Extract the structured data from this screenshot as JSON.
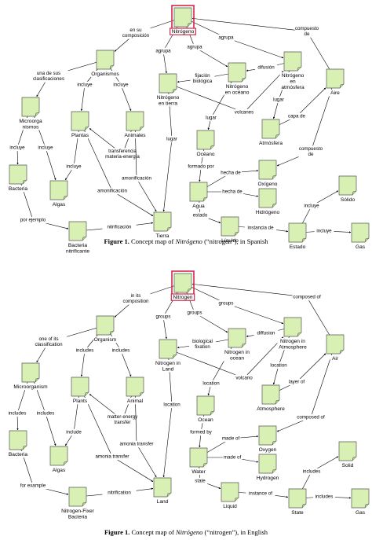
{
  "colors": {
    "node_fill": "#d9f0b4",
    "node_stroke": "#555555",
    "highlight": "#d02a4a",
    "edge": "#000000"
  },
  "maps": [
    {
      "id": "spanish",
      "nodes": [
        {
          "id": "root",
          "label": "Nitrógeno",
          "highlight": true
        },
        {
          "id": "organismos",
          "label": "Organismos"
        },
        {
          "id": "microorganismos",
          "label": "Microorga\nnismos"
        },
        {
          "id": "plantas",
          "label": "Plantas"
        },
        {
          "id": "animales",
          "label": "Animales"
        },
        {
          "id": "bacteria",
          "label": "Bacteria"
        },
        {
          "id": "algas",
          "label": "Algas"
        },
        {
          "id": "nit_tierra",
          "label": "Nitrógeno\nen tierra"
        },
        {
          "id": "nit_oceano",
          "label": "Nitrógeno\nen océano"
        },
        {
          "id": "nit_atm",
          "label": "Nitrógeno\nen\natmósfera"
        },
        {
          "id": "aire",
          "label": "Aire"
        },
        {
          "id": "atmosfera",
          "label": "Atmósfera"
        },
        {
          "id": "oceano",
          "label": "Océano"
        },
        {
          "id": "agua",
          "label": "Agua"
        },
        {
          "id": "oxigeno",
          "label": "Oxígeno"
        },
        {
          "id": "hidrogeno",
          "label": "Hidrógeno"
        },
        {
          "id": "solido",
          "label": "Sólido"
        },
        {
          "id": "liquido",
          "label": "Líquido"
        },
        {
          "id": "estado",
          "label": "Estado"
        },
        {
          "id": "gas",
          "label": "Gas"
        },
        {
          "id": "tierra",
          "label": "Tierra"
        },
        {
          "id": "bact_nit",
          "label": "Bacteria\nnitrificante"
        }
      ],
      "links": [
        {
          "from": "root",
          "to": "organismos",
          "label": "en su\ncomposición"
        },
        {
          "from": "root",
          "to": "nit_tierra",
          "label": "agrupa"
        },
        {
          "from": "root",
          "to": "nit_oceano",
          "label": "agrupa"
        },
        {
          "from": "root",
          "to": "nit_atm",
          "label": "agrupa"
        },
        {
          "from": "aire",
          "to": "root",
          "label": "compuesto\nde"
        },
        {
          "from": "organismos",
          "to": "microorganismos",
          "label": "una de sus\nclasificaciones"
        },
        {
          "from": "organismos",
          "to": "plantas",
          "label": "incluye"
        },
        {
          "from": "organismos",
          "to": "animales",
          "label": "incluye"
        },
        {
          "from": "microorganismos",
          "to": "bacteria",
          "label": "incluye"
        },
        {
          "from": "microorganismos",
          "to": "algas",
          "label": "incluye"
        },
        {
          "from": "plantas",
          "to": "algas",
          "label": "incluye"
        },
        {
          "from": "animales",
          "to": "plantas",
          "label": "transferencia\nmateria-energía"
        },
        {
          "from": "plantas",
          "to": "tierra",
          "label": "amonificación"
        },
        {
          "from": "animales",
          "to": "tierra",
          "label": "amonificación"
        },
        {
          "from": "bacteria",
          "to": "bact_nit",
          "label": "por ejemplo"
        },
        {
          "from": "bact_nit",
          "to": "tierra",
          "label": "nitrificación"
        },
        {
          "from": "nit_tierra",
          "to": "tierra",
          "label": "lugar"
        },
        {
          "from": "nit_oceano",
          "to": "nit_tierra",
          "label": "fijación\nbiológica"
        },
        {
          "from": "nit_atm",
          "to": "nit_oceano",
          "label": "difusión"
        },
        {
          "from": "nit_tierra",
          "to": "nit_atm",
          "label": "volcanes"
        },
        {
          "from": "nit_oceano",
          "to": "oceano",
          "label": "lugar"
        },
        {
          "from": "nit_atm",
          "to": "atmosfera",
          "label": "lugar"
        },
        {
          "from": "atmosfera",
          "to": "aire",
          "label": "capa de"
        },
        {
          "from": "oceano",
          "to": "agua",
          "label": "formado por"
        },
        {
          "from": "agua",
          "to": "oxigeno",
          "label": "hecha de"
        },
        {
          "from": "agua",
          "to": "hidrogeno",
          "label": "hecha de"
        },
        {
          "from": "aire",
          "to": "oxigeno",
          "label": "compuesto\nde"
        },
        {
          "from": "agua",
          "to": "liquido",
          "label": "estado"
        },
        {
          "from": "liquido",
          "to": "estado",
          "label": "instancia de"
        },
        {
          "from": "estado",
          "to": "solido",
          "label": "incluye"
        },
        {
          "from": "estado",
          "to": "gas",
          "label": "incluye"
        }
      ],
      "caption": {
        "figure": "Figure 1.",
        "before": " Concept map of ",
        "term": "Nitrógeno",
        "after": " (“nitrogen”), in Spanish"
      }
    },
    {
      "id": "english",
      "nodes": [
        {
          "id": "root",
          "label": "Nitrogen",
          "highlight": true
        },
        {
          "id": "organismos",
          "label": "Organism"
        },
        {
          "id": "microorganismos",
          "label": "Microorganism"
        },
        {
          "id": "plantas",
          "label": "Plants"
        },
        {
          "id": "animales",
          "label": "Animal"
        },
        {
          "id": "bacteria",
          "label": "Bacteria"
        },
        {
          "id": "algas",
          "label": "Algas"
        },
        {
          "id": "nit_tierra",
          "label": "Nitrogen in\nLand"
        },
        {
          "id": "nit_oceano",
          "label": "Nitrogen in\nocean"
        },
        {
          "id": "nit_atm",
          "label": "Nitrogen in\nAtmosphere"
        },
        {
          "id": "aire",
          "label": "Air"
        },
        {
          "id": "atmosfera",
          "label": "Atmosphere"
        },
        {
          "id": "oceano",
          "label": "Ocean"
        },
        {
          "id": "agua",
          "label": "Water"
        },
        {
          "id": "oxigeno",
          "label": "Oxygen"
        },
        {
          "id": "hidrogeno",
          "label": "Hydrogen"
        },
        {
          "id": "solido",
          "label": "Solid"
        },
        {
          "id": "liquido",
          "label": "Liquid"
        },
        {
          "id": "estado",
          "label": "State"
        },
        {
          "id": "gas",
          "label": "Gas"
        },
        {
          "id": "tierra",
          "label": "Land"
        },
        {
          "id": "bact_nit",
          "label": "Nitrogen-Fixer\nBacteria"
        }
      ],
      "links": [
        {
          "from": "root",
          "to": "organismos",
          "label": "in its\ncomposition"
        },
        {
          "from": "root",
          "to": "nit_tierra",
          "label": "groups"
        },
        {
          "from": "root",
          "to": "nit_oceano",
          "label": "groups"
        },
        {
          "from": "root",
          "to": "nit_atm",
          "label": "groups"
        },
        {
          "from": "aire",
          "to": "root",
          "label": "composed of"
        },
        {
          "from": "organismos",
          "to": "microorganismos",
          "label": "one of its\nclassification"
        },
        {
          "from": "organismos",
          "to": "plantas",
          "label": "includes"
        },
        {
          "from": "organismos",
          "to": "animales",
          "label": "includes"
        },
        {
          "from": "microorganismos",
          "to": "bacteria",
          "label": "includes"
        },
        {
          "from": "microorganismos",
          "to": "algas",
          "label": "includes"
        },
        {
          "from": "plantas",
          "to": "algas",
          "label": "include"
        },
        {
          "from": "animales",
          "to": "plantas",
          "label": "matter-energy\ntransfer"
        },
        {
          "from": "plantas",
          "to": "tierra",
          "label": "amonia transfer"
        },
        {
          "from": "animales",
          "to": "tierra",
          "label": "amonia transfer"
        },
        {
          "from": "bacteria",
          "to": "bact_nit",
          "label": "for example"
        },
        {
          "from": "bact_nit",
          "to": "tierra",
          "label": "nitrification"
        },
        {
          "from": "nit_tierra",
          "to": "tierra",
          "label": "location"
        },
        {
          "from": "nit_oceano",
          "to": "nit_tierra",
          "label": "biological\nfixation"
        },
        {
          "from": "nit_atm",
          "to": "nit_oceano",
          "label": "diffusion"
        },
        {
          "from": "nit_tierra",
          "to": "nit_atm",
          "label": "volcano"
        },
        {
          "from": "nit_oceano",
          "to": "oceano",
          "label": "location"
        },
        {
          "from": "nit_atm",
          "to": "atmosfera",
          "label": "location"
        },
        {
          "from": "atmosfera",
          "to": "aire",
          "label": "layer of"
        },
        {
          "from": "oceano",
          "to": "agua",
          "label": "formed by"
        },
        {
          "from": "agua",
          "to": "oxigeno",
          "label": "made of"
        },
        {
          "from": "agua",
          "to": "hidrogeno",
          "label": "made of"
        },
        {
          "from": "aire",
          "to": "oxigeno",
          "label": "composed of"
        },
        {
          "from": "agua",
          "to": "liquido",
          "label": "state"
        },
        {
          "from": "liquido",
          "to": "estado",
          "label": "instance of"
        },
        {
          "from": "estado",
          "to": "solido",
          "label": "includes"
        },
        {
          "from": "estado",
          "to": "gas",
          "label": "includes"
        }
      ],
      "caption": {
        "figure": "Figure 1.",
        "before": " Concept map of ",
        "term": "Nitrógeno",
        "after": " (“nitrogen”), in English"
      }
    }
  ]
}
